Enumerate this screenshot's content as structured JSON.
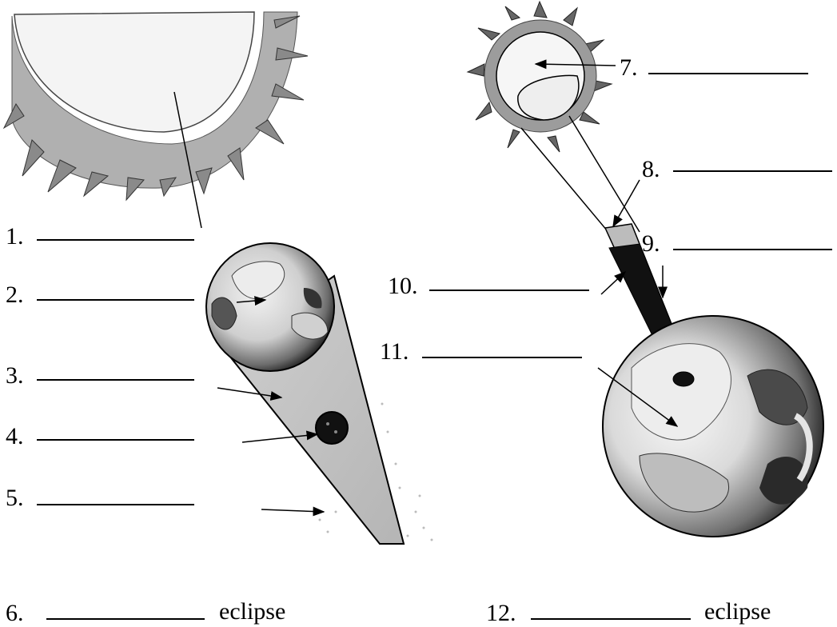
{
  "labels": {
    "n1": "1.",
    "n2": "2.",
    "n3": "3.",
    "n4": "4.",
    "n5": "5.",
    "n6": "6.",
    "n7": "7.",
    "n8": "8.",
    "n9": "9.",
    "n10": "10.",
    "n11": "11.",
    "n12": "12."
  },
  "suffix": {
    "eclipse_left": "eclipse",
    "eclipse_right": "eclipse"
  },
  "colors": {
    "ink": "#000000",
    "shade": "#9a9a9a",
    "light": "#dcdcdc"
  }
}
